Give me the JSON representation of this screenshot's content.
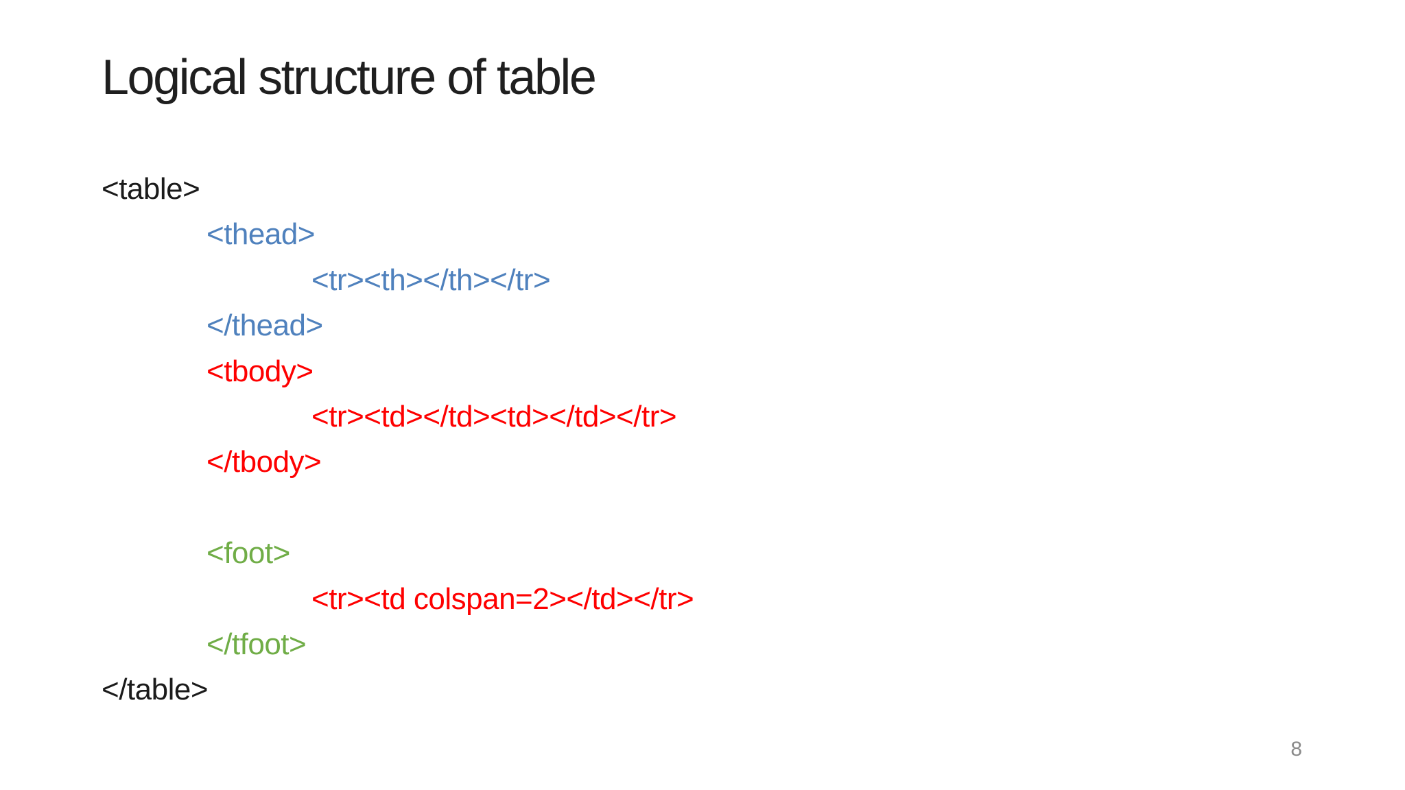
{
  "slide": {
    "title": "Logical structure of table",
    "page_number": "8",
    "background_color": "#ffffff"
  },
  "colors": {
    "black": "#1b1b1b",
    "blue": "#4f81bd",
    "red": "#fe0000",
    "green": "#70ad47",
    "title_gray": "#1f1f1f",
    "page_number_gray": "#8a8a8a"
  },
  "code": {
    "lines": [
      {
        "text": "<table>",
        "color": "black",
        "indent": 0
      },
      {
        "text": "<thead>",
        "color": "blue",
        "indent": 1
      },
      {
        "text": "<tr><th></th></tr>",
        "color": "blue",
        "indent": 2
      },
      {
        "text": "</thead>",
        "color": "blue",
        "indent": 1
      },
      {
        "text": "<tbody>",
        "color": "red",
        "indent": 1
      },
      {
        "text": "<tr><td></td><td></td></tr>",
        "color": "red",
        "indent": 2
      },
      {
        "text": "</tbody>",
        "color": "red",
        "indent": 1
      },
      {
        "text": "",
        "color": "black",
        "indent": 1
      },
      {
        "text": "<foot>",
        "color": "green",
        "indent": 1
      },
      {
        "text": "<tr><td colspan=2></td></tr>",
        "color": "red",
        "indent": 2
      },
      {
        "text": "</tfoot>",
        "color": "green",
        "indent": 1
      },
      {
        "text": "</table>",
        "color": "black",
        "indent": 0
      }
    ]
  }
}
